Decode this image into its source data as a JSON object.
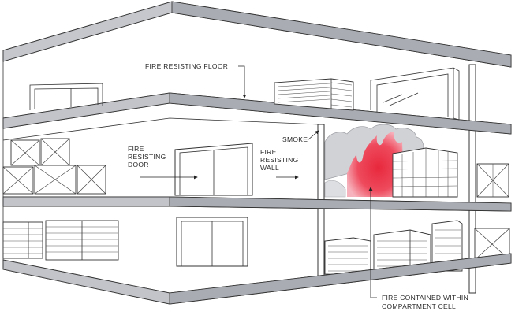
{
  "labels": {
    "fire_floor": "FIRE RESISTING FLOOR",
    "smoke": "SMOKE",
    "fire_wall_1": "FIRE",
    "fire_wall_2": "RESISTING",
    "fire_wall_3": "WALL",
    "fire_door_1": "FIRE",
    "fire_door_2": "RESISTING",
    "fire_door_3": "DOOR",
    "contained_1": "FIRE CONTAINED WITHIN",
    "contained_2": "COMPARTMENT CELL"
  },
  "colors": {
    "fire": "#e8283c",
    "slab_edge": "#a9acb2",
    "smoke": "#c9cbd0"
  },
  "icons": [
    "crate-icon",
    "flame-icon",
    "smoke-cloud-icon",
    "arrow-icon"
  ]
}
